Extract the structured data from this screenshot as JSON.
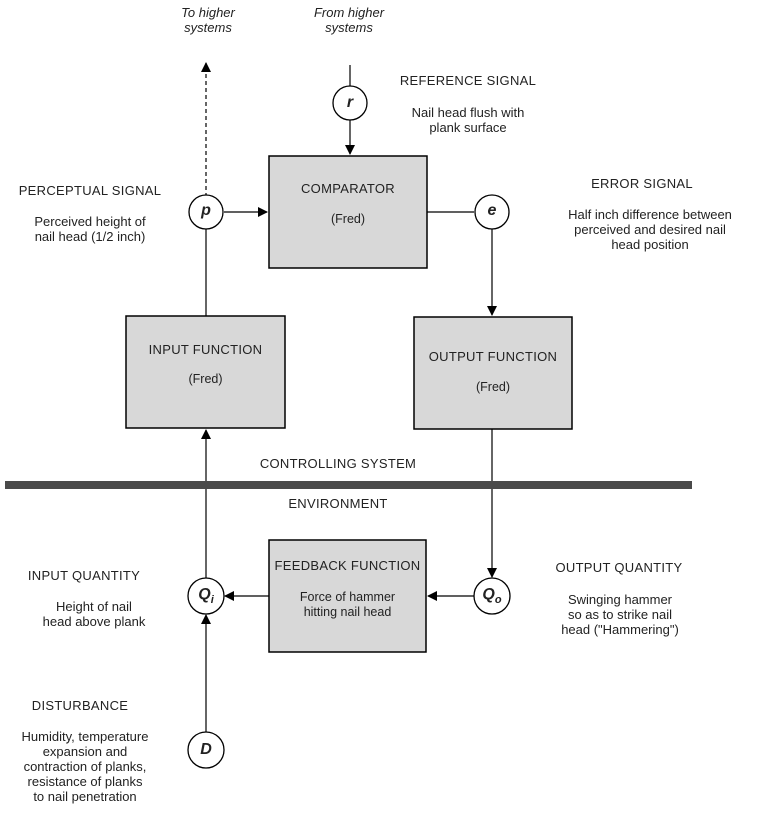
{
  "top": {
    "to_higher": [
      "To higher",
      "systems"
    ],
    "from_higher": [
      "From higher",
      "systems"
    ]
  },
  "reference": {
    "header": "REFERENCE SIGNAL",
    "desc": [
      "Nail head flush with",
      "plank surface"
    ]
  },
  "perceptual": {
    "header": "PERCEPTUAL SIGNAL",
    "desc": [
      "Perceived height of",
      "nail head (1/2 inch)"
    ]
  },
  "error": {
    "header": "ERROR SIGNAL",
    "desc": [
      "Half inch difference between",
      "perceived and desired nail",
      "head position"
    ]
  },
  "comparator": {
    "title": "COMPARATOR",
    "sub": "(Fred)"
  },
  "input_function": {
    "title": "INPUT FUNCTION",
    "sub": "(Fred)"
  },
  "output_function": {
    "title": "OUTPUT FUNCTION",
    "sub": "(Fred)"
  },
  "feedback_function": {
    "title": "FEEDBACK FUNCTION",
    "sub": [
      "Force of hammer",
      "hitting nail head"
    ]
  },
  "controlling_system": "CONTROLLING SYSTEM",
  "environment": "ENVIRONMENT",
  "input_quantity": {
    "header": "INPUT QUANTITY",
    "desc": [
      "Height of nail",
      "head above plank"
    ]
  },
  "output_quantity": {
    "header": "OUTPUT QUANTITY",
    "desc": [
      "Swinging hammer",
      "so as to strike nail",
      "head (\"Hammering\")"
    ]
  },
  "disturbance": {
    "header": "DISTURBANCE",
    "desc": [
      "Humidity, temperature",
      "expansion and",
      "contraction of planks,",
      "resistance of planks",
      "to nail penetration"
    ]
  },
  "nodes": {
    "r": "r",
    "p": "p",
    "e": "e",
    "qi": "Q",
    "qi_sub": "i",
    "qo": "Q",
    "qo_sub": "o",
    "d": "D"
  },
  "colors": {
    "box_fill": "#d8d8d8",
    "line": "#000000",
    "divider": "#4a4a4a"
  }
}
